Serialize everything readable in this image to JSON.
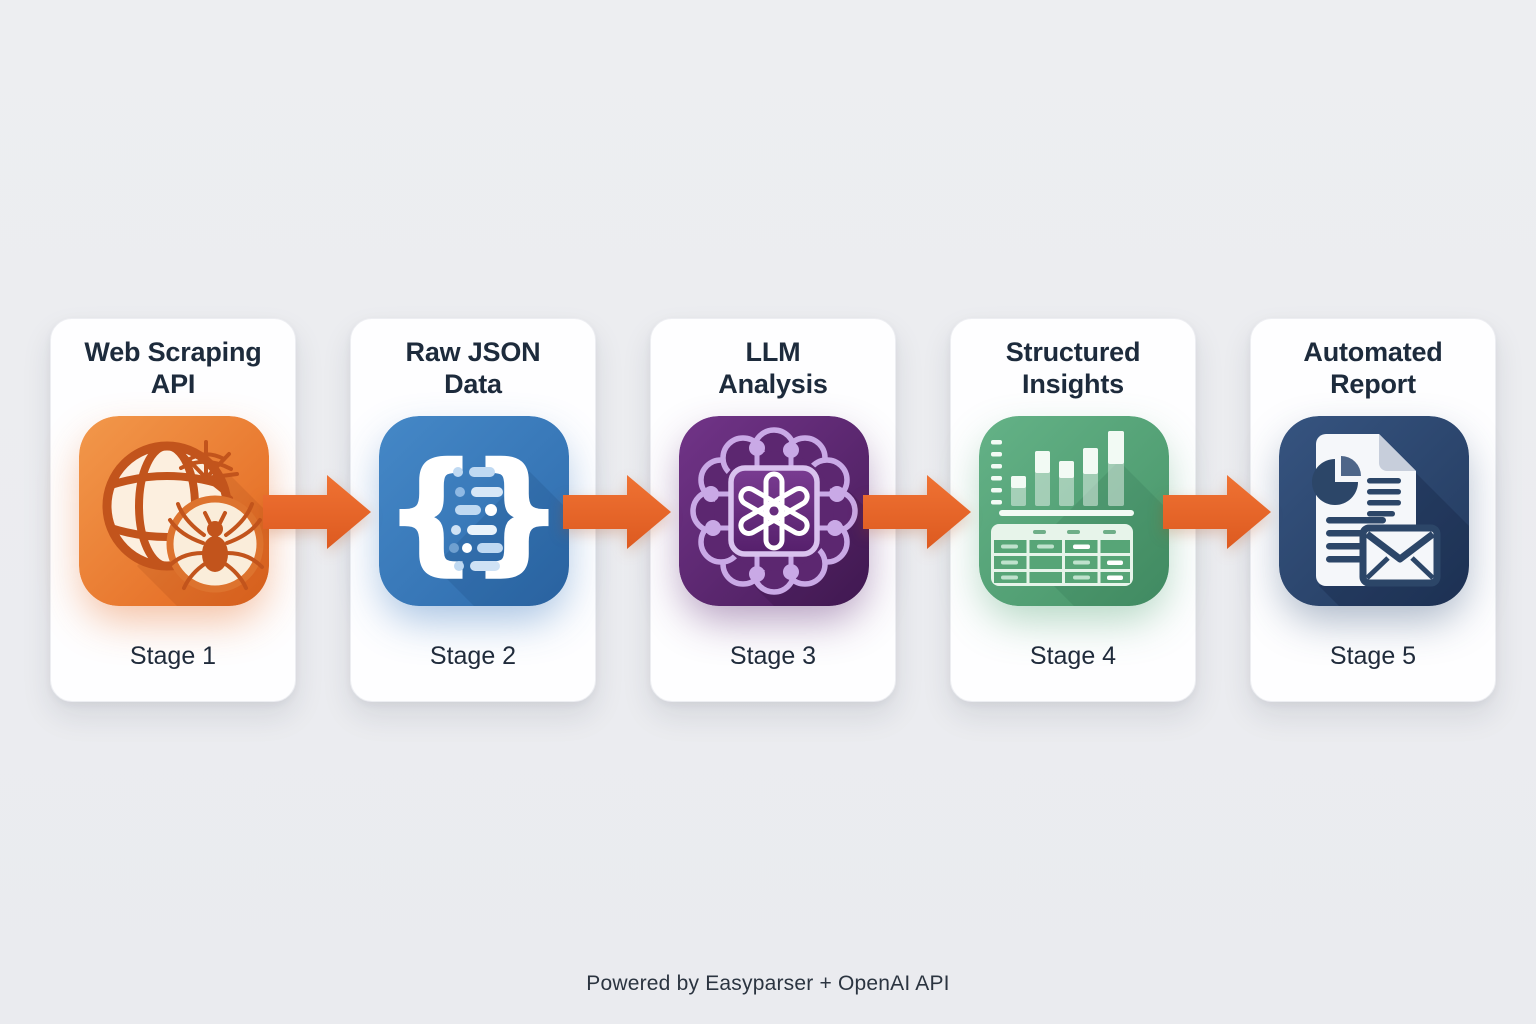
{
  "page": {
    "footer": "Powered by Easyparser + OpenAI API",
    "background_color": "#ECEDF0",
    "arrow_color": "#E9652B",
    "card_color": "#FEFEFF",
    "title_color": "#1D2B3C"
  },
  "stages": [
    {
      "title_line1": "Web Scraping",
      "title_line2": "API",
      "stage_label": "Stage 1",
      "icon": "web-scraping-globe-spider-icon",
      "accent_color": "#E8742F"
    },
    {
      "title_line1": "Raw JSON",
      "title_line2": "Data",
      "stage_label": "Stage 2",
      "icon": "json-braces-icon",
      "accent_color": "#3B7BBE"
    },
    {
      "title_line1": "LLM",
      "title_line2": "Analysis",
      "stage_label": "Stage 3",
      "icon": "ai-brain-chip-icon",
      "accent_color": "#5E2B73"
    },
    {
      "title_line1": "Structured",
      "title_line2": "Insights",
      "stage_label": "Stage 4",
      "icon": "chart-table-icon",
      "accent_color": "#58A97A"
    },
    {
      "title_line1": "Automated",
      "title_line2": "Report",
      "stage_label": "Stage 5",
      "icon": "report-email-icon",
      "accent_color": "#2E4A73"
    }
  ]
}
